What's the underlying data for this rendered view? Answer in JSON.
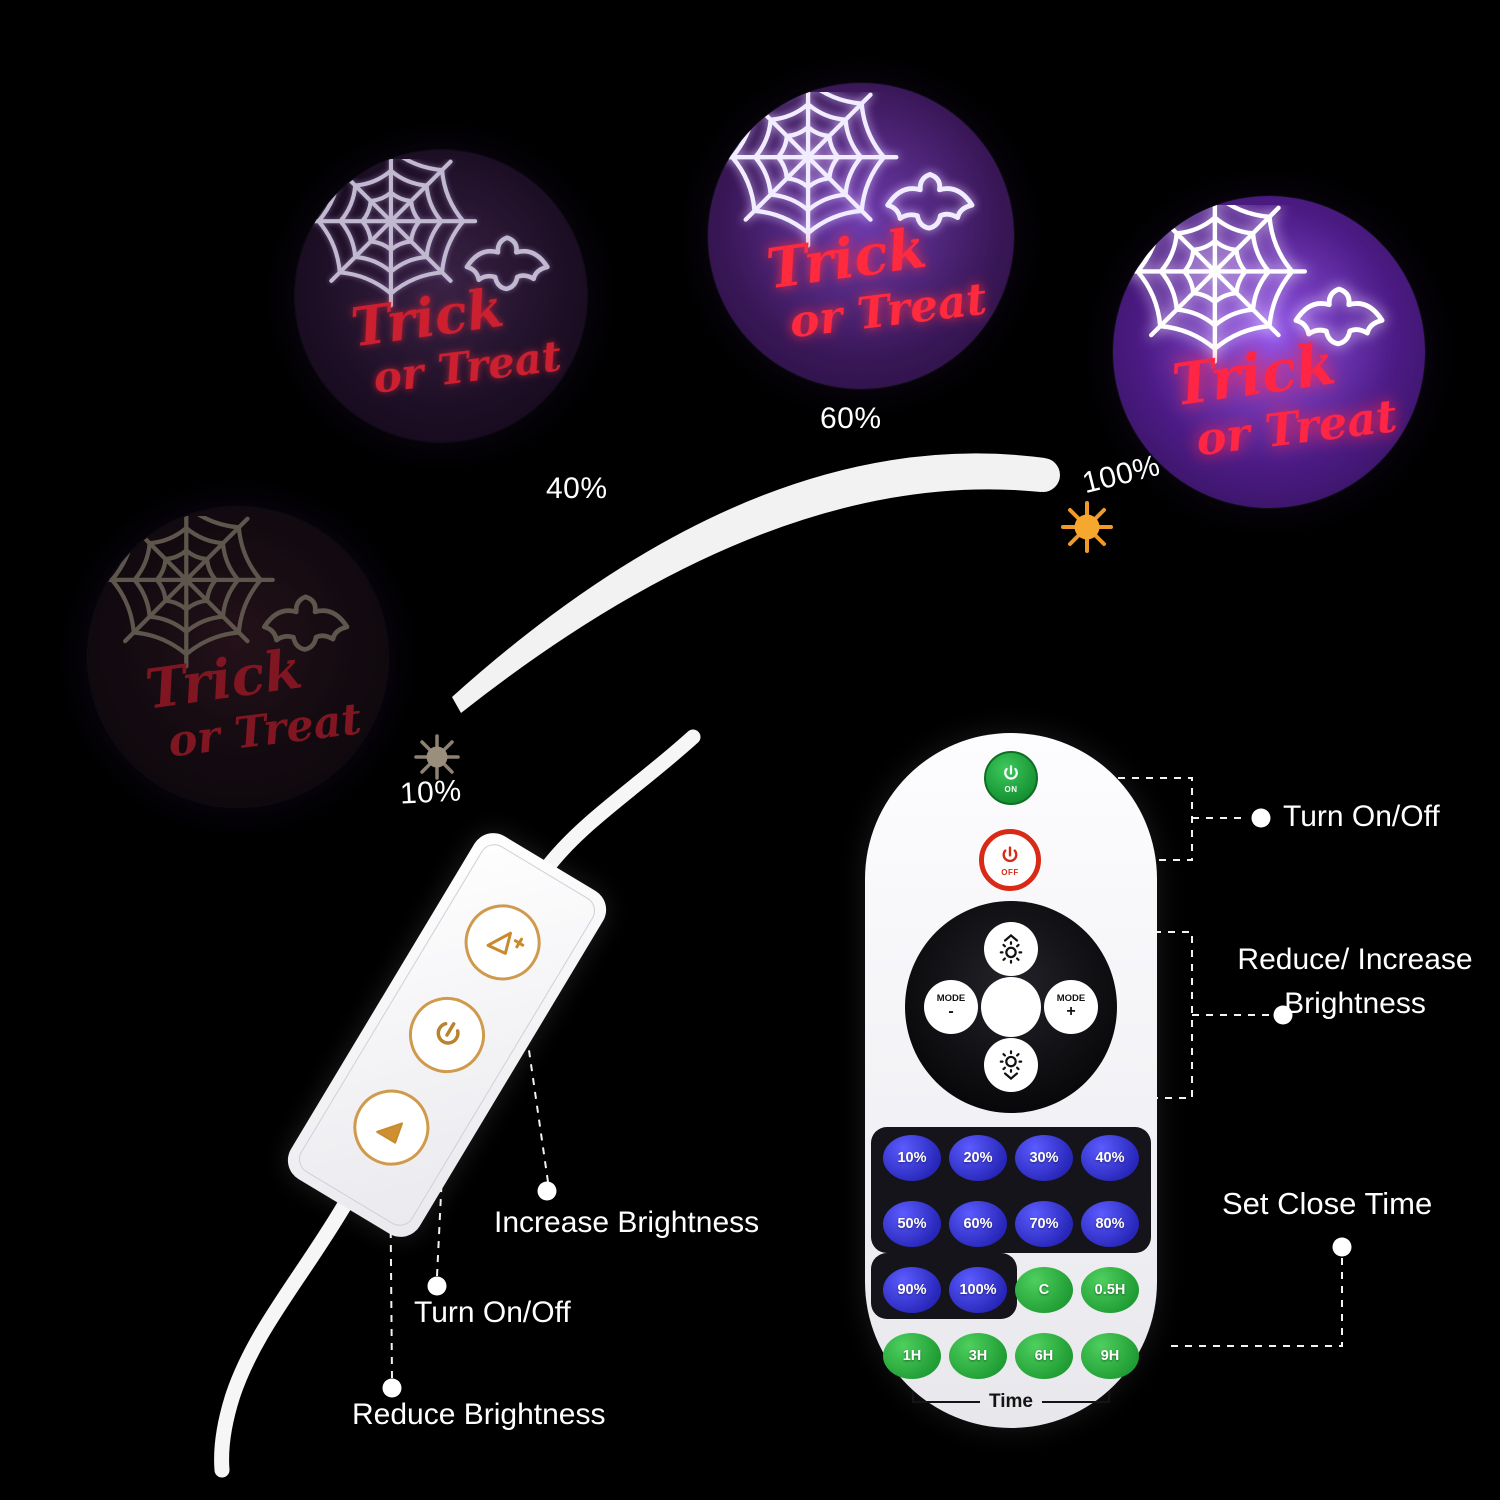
{
  "sign": {
    "line1": "Trick",
    "line2": "or Treat"
  },
  "brightness": [
    {
      "label": "10%"
    },
    {
      "label": "40%"
    },
    {
      "label": "60%"
    },
    {
      "label": "100%"
    }
  ],
  "remote": {
    "on_label": "ON",
    "off_label": "OFF",
    "mode_label": "MODE",
    "mode_minus": "-",
    "mode_plus": "+",
    "grid": [
      {
        "label": "10%",
        "color": "blue"
      },
      {
        "label": "20%",
        "color": "blue"
      },
      {
        "label": "30%",
        "color": "blue"
      },
      {
        "label": "40%",
        "color": "blue"
      },
      {
        "label": "50%",
        "color": "blue"
      },
      {
        "label": "60%",
        "color": "blue"
      },
      {
        "label": "70%",
        "color": "blue"
      },
      {
        "label": "80%",
        "color": "blue"
      },
      {
        "label": "90%",
        "color": "blue"
      },
      {
        "label": "100%",
        "color": "blue"
      },
      {
        "label": "C",
        "color": "green"
      },
      {
        "label": "0.5H",
        "color": "green"
      },
      {
        "label": "1H",
        "color": "green"
      },
      {
        "label": "3H",
        "color": "green"
      },
      {
        "label": "6H",
        "color": "green"
      },
      {
        "label": "9H",
        "color": "green"
      }
    ],
    "time_label": "Time"
  },
  "callouts": {
    "turn_on_off_remote": "Turn On/Off",
    "reduce_increase_line1": "Reduce/ Increase",
    "reduce_increase_line2": "Brightness",
    "set_close_time": "Set Close Time",
    "increase_brightness": "Increase Brightness",
    "turn_on_off_dimmer": "Turn On/Off",
    "reduce_brightness": "Reduce Brightness"
  },
  "colors": {
    "accent_orange": "#f09a28",
    "button_blue": "#2726b8",
    "button_green": "#1f9c33",
    "neon_red": "#ff2545",
    "glow_purple": "#9254e8"
  }
}
